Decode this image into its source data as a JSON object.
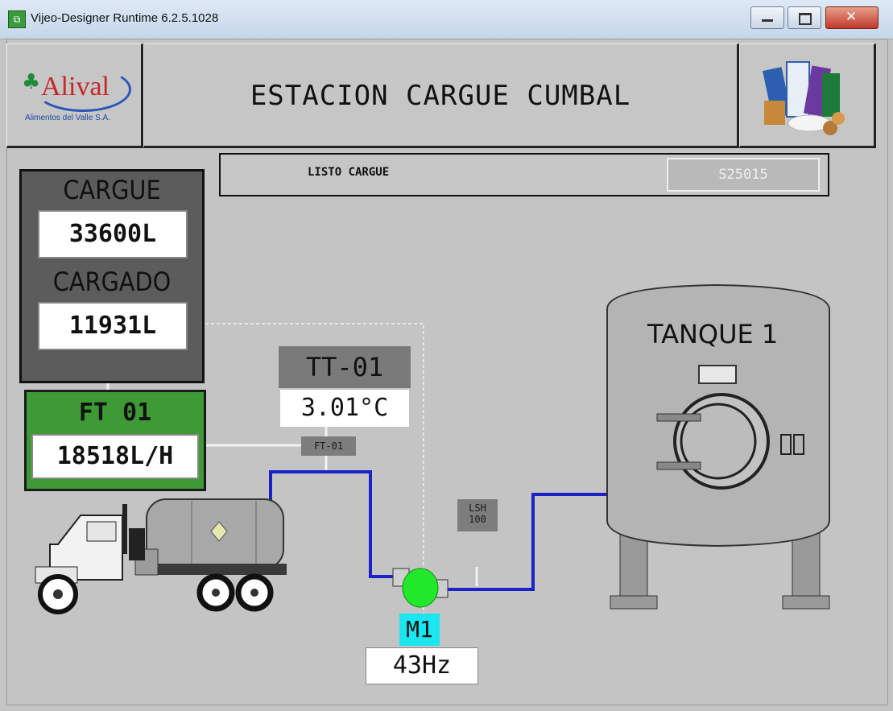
{
  "window": {
    "title": "Vijeo-Designer Runtime 6.2.5.1028",
    "minimize": "–",
    "maximize": "□",
    "close": "✕"
  },
  "header": {
    "logo_name": "Alival",
    "logo_subtitle": "Alimentos del Valle S.A.",
    "title": "ESTACION CARGUE CUMBAL"
  },
  "status": {
    "message": "LISTO CARGUE",
    "code": "S25015"
  },
  "cargue": {
    "cargue_label": "CARGUE",
    "cargue_value": "33600L",
    "cargado_label": "CARGADO",
    "cargado_value": "11931L"
  },
  "flow": {
    "label": "FT 01",
    "value": "18518L/H"
  },
  "temperature": {
    "label": "TT-01",
    "value": "3.01°C"
  },
  "tags": {
    "ft": "FT-01",
    "lsh_line1": "LSH",
    "lsh_line2": "100"
  },
  "pump": {
    "label": "M1",
    "frequency": "43Hz"
  },
  "tank": {
    "label": "TANQUE 1"
  },
  "colors": {
    "pipe": "#1a22c8",
    "pump_on": "#22e82a",
    "flow_panel": "#3e9a35",
    "pump_label": "#19e6f0"
  },
  "icons": [
    "app-icon",
    "clover-icon",
    "truck-icon",
    "pump-icon",
    "tank-icon",
    "product-image"
  ]
}
